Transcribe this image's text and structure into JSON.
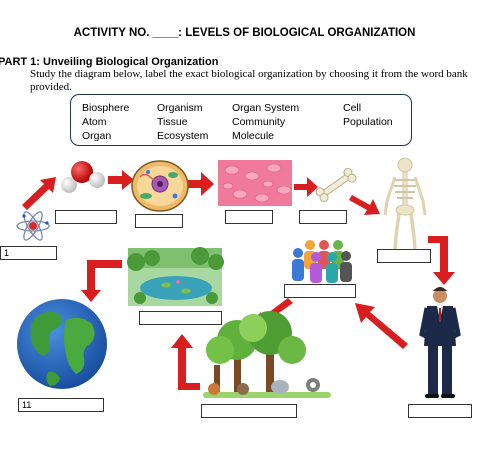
{
  "header": {
    "title": "ACTIVITY NO. ____: LEVELS OF BIOLOGICAL ORGANIZATION",
    "part": "PART 1: Unveiling Biological Organization",
    "instructions": "Study the diagram below, label the exact biological organization by choosing it from the word bank provided."
  },
  "word_bank": {
    "row1": [
      "Biosphere",
      "Organism",
      "Organ System",
      "Cell"
    ],
    "row2": [
      "Atom",
      "Tissue",
      "Community",
      "Population"
    ],
    "row3": [
      "Organ",
      "Ecosystem",
      "Molecule"
    ]
  },
  "answer_boxes": {
    "atom_number": "1",
    "biosphere_number": "11"
  },
  "icons": [
    "atom-icon",
    "molecule-icon",
    "cell-icon",
    "tissue-icon",
    "bone-icon",
    "skeleton-icon",
    "person-icon",
    "people-group-icon",
    "forest-animals-icon",
    "pond-ecosystem-icon",
    "earth-globe-icon",
    "red-arrow-icon"
  ],
  "colors": {
    "arrow": "#d81e1e",
    "bank_border": "#1f2f4f"
  }
}
